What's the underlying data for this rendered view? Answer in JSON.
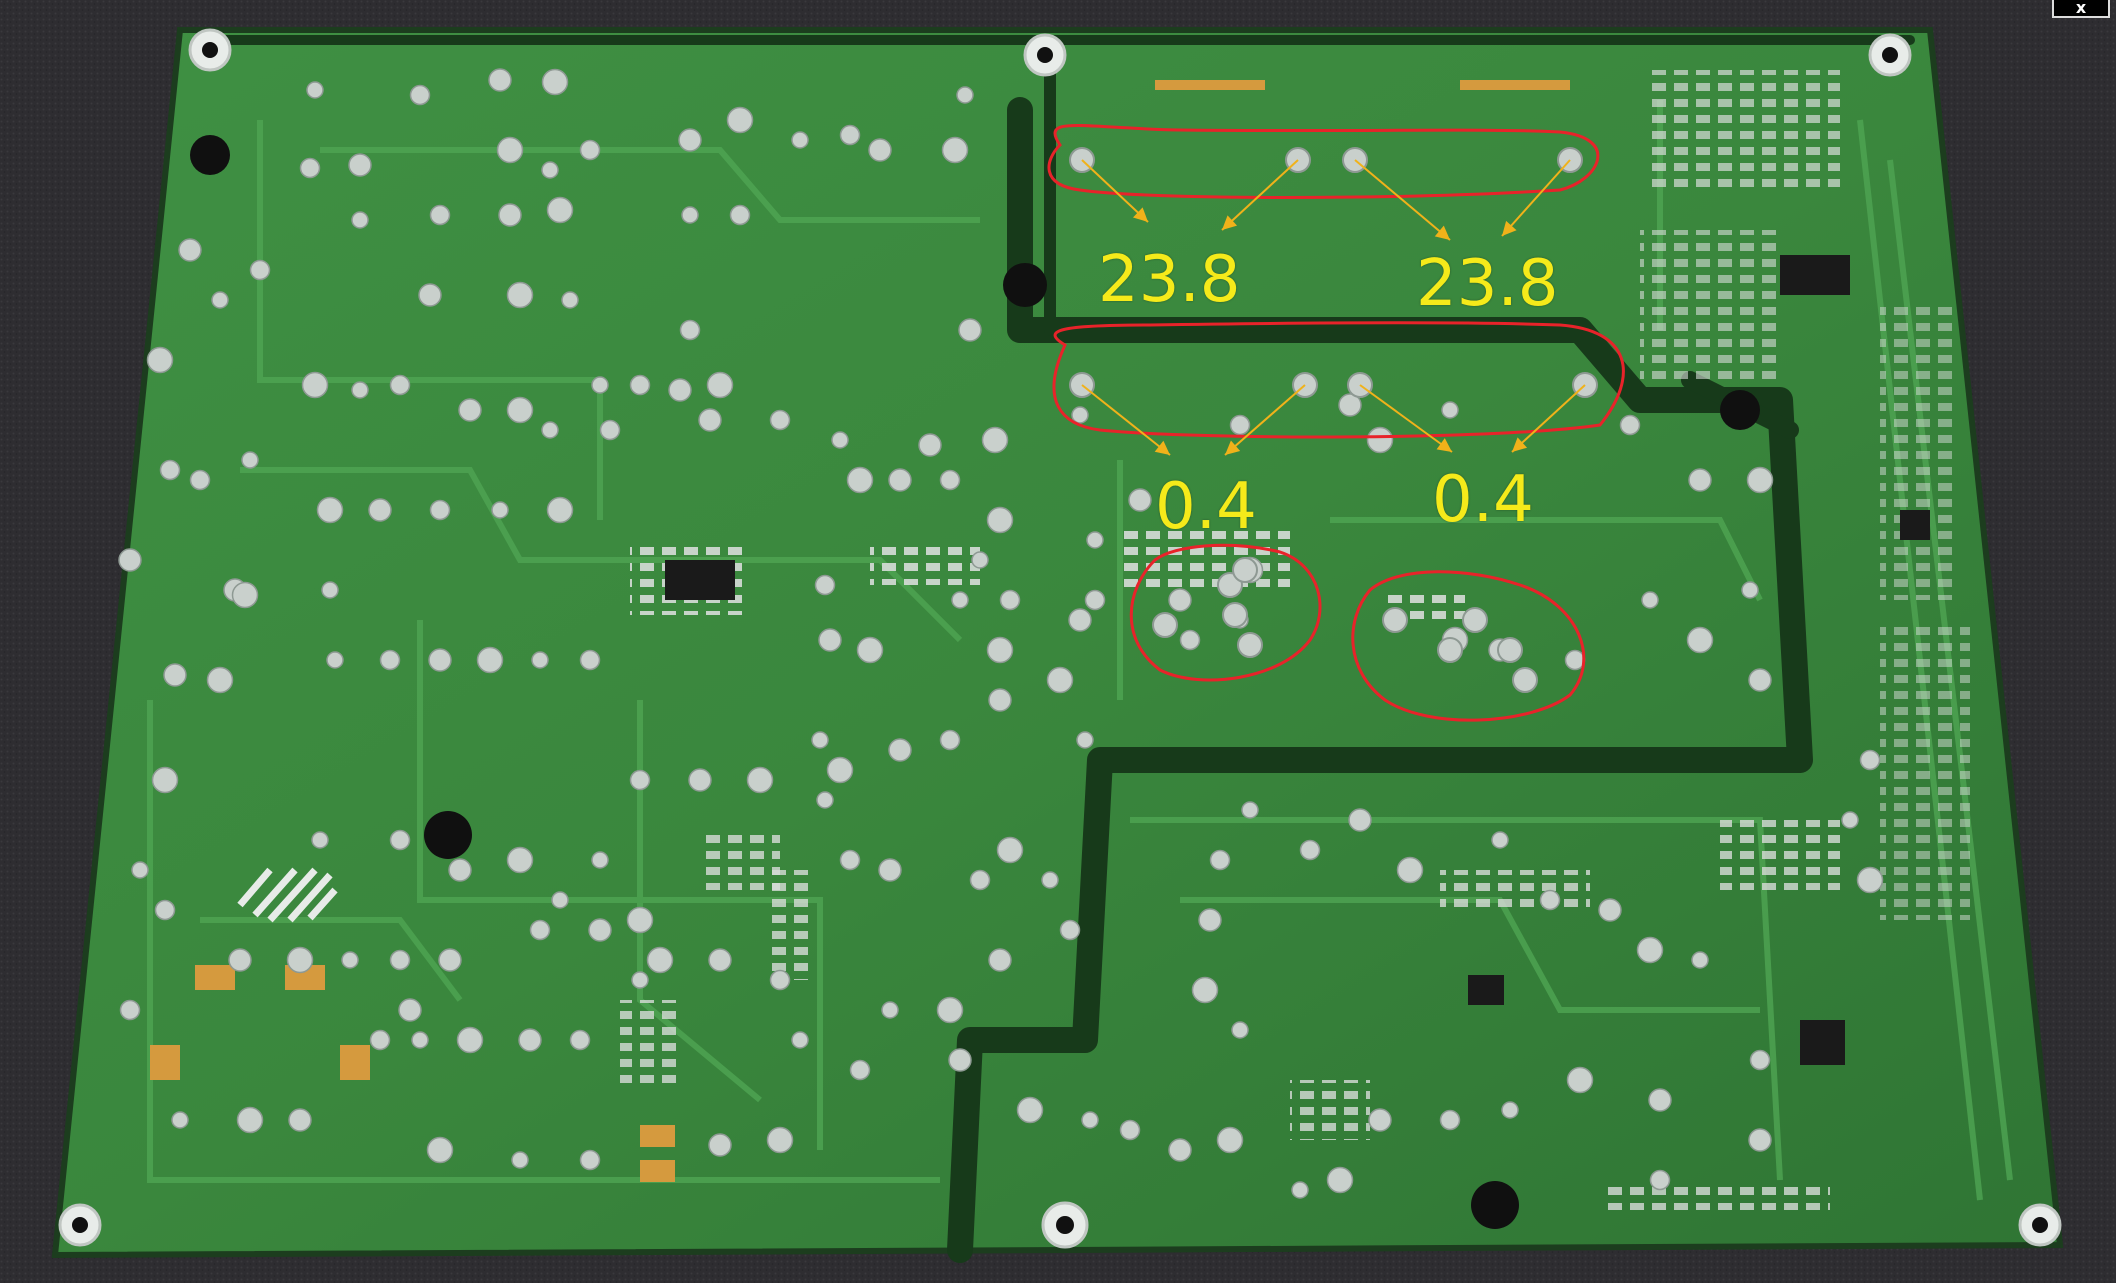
{
  "window": {
    "close_glyph": "x"
  },
  "annotations": {
    "color": "#f5ea1a",
    "circle_color": "#e8232a",
    "arrow_color": "#f0b21a",
    "readings": [
      {
        "id": "top-left",
        "value": "23.8"
      },
      {
        "id": "top-right",
        "value": "23.8"
      },
      {
        "id": "mid-left",
        "value": "0.4"
      },
      {
        "id": "mid-right",
        "value": "0.4"
      }
    ]
  },
  "board": {
    "pcb_color": "#3d8a3f",
    "trace_color": "#52a855",
    "pad_color": "#c9d0cc"
  }
}
